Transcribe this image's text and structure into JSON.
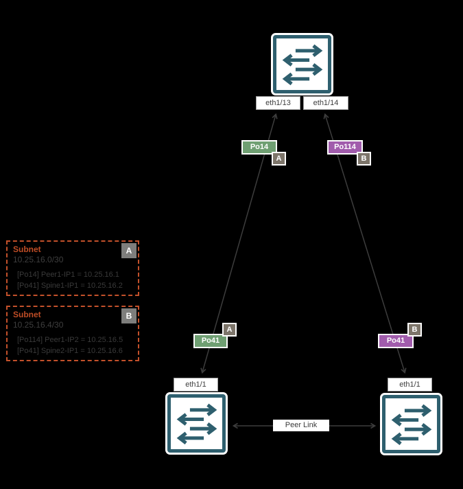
{
  "diagram": {
    "colors": {
      "teal": "#2E5F6E",
      "green": "#6F9F72",
      "purple": "#A15CAC",
      "badge": "#7D756A",
      "subnet_border": "#C4512B",
      "subnet_title": "#BF4D26",
      "line": "#3D3D3D",
      "dim_text": "#3A3A3A"
    },
    "icons": {
      "switch": "network-switch-traffic-arrows"
    },
    "spine": {
      "ports": [
        {
          "label": "eth1/13"
        },
        {
          "label": "eth1/14"
        }
      ]
    },
    "peers": [
      {
        "port": "eth1/1"
      },
      {
        "port": "eth1/1"
      }
    ],
    "links": [
      {
        "spine_chip": "Po14",
        "spine_zone": "A",
        "peer_chip": "Po41",
        "peer_zone": "A"
      },
      {
        "spine_chip": "Po114",
        "spine_zone": "B",
        "peer_chip": "Po41",
        "peer_zone": "B"
      }
    ],
    "peer_link_label": "Peer Link",
    "subnets": [
      {
        "title": "Subnet",
        "cidr": "10.25.16.0/30",
        "zone": "A",
        "entries": [
          "[Po14] Peer1-IP1 = 10.25.16.1",
          "[Po41] Spine1-IP1 = 10.25.16.2"
        ]
      },
      {
        "title": "Subnet",
        "cidr": "10.25.16.4/30",
        "zone": "B",
        "entries": [
          "[Po114] Peer1-IP2 = 10.25.16.5",
          "[Po41] Spine2-IP1 = 10.25.16.6"
        ]
      }
    ]
  }
}
